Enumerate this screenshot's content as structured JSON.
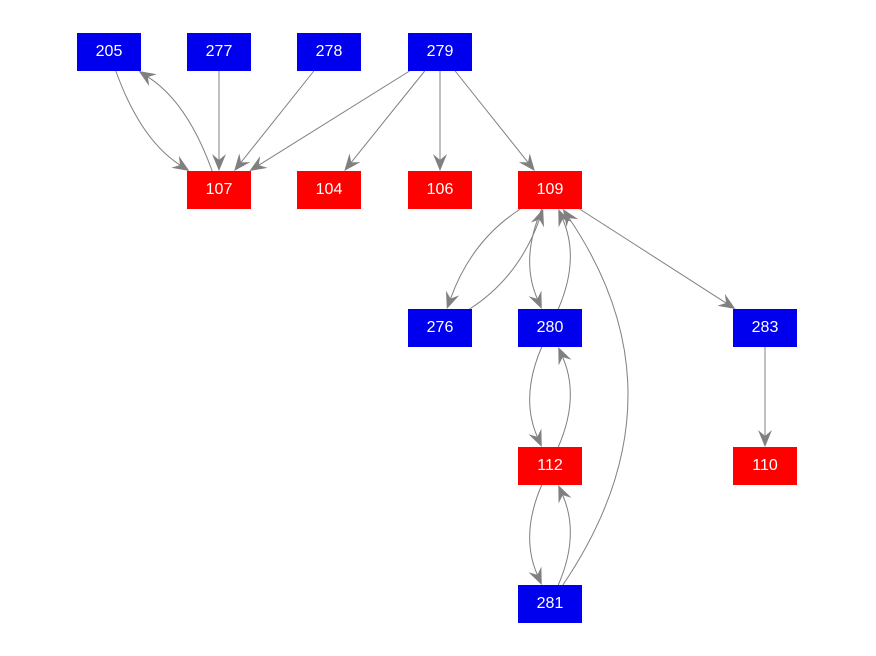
{
  "colors": {
    "source": "#0000ee",
    "target": "#ff0000",
    "edge": "#808080"
  },
  "nodes": [
    {
      "id": "205",
      "kind": "source"
    },
    {
      "id": "277",
      "kind": "source"
    },
    {
      "id": "278",
      "kind": "source"
    },
    {
      "id": "279",
      "kind": "source"
    },
    {
      "id": "107",
      "kind": "target"
    },
    {
      "id": "104",
      "kind": "target"
    },
    {
      "id": "106",
      "kind": "target"
    },
    {
      "id": "109",
      "kind": "target"
    },
    {
      "id": "276",
      "kind": "source"
    },
    {
      "id": "280",
      "kind": "source"
    },
    {
      "id": "283",
      "kind": "source"
    },
    {
      "id": "112",
      "kind": "target"
    },
    {
      "id": "110",
      "kind": "target"
    },
    {
      "id": "281",
      "kind": "source"
    }
  ],
  "edges": [
    {
      "from": "205",
      "to": "107"
    },
    {
      "from": "107",
      "to": "205"
    },
    {
      "from": "277",
      "to": "107"
    },
    {
      "from": "278",
      "to": "107"
    },
    {
      "from": "279",
      "to": "107"
    },
    {
      "from": "279",
      "to": "104"
    },
    {
      "from": "279",
      "to": "106"
    },
    {
      "from": "279",
      "to": "109"
    },
    {
      "from": "109",
      "to": "276"
    },
    {
      "from": "276",
      "to": "109"
    },
    {
      "from": "109",
      "to": "280"
    },
    {
      "from": "280",
      "to": "109"
    },
    {
      "from": "109",
      "to": "283"
    },
    {
      "from": "283",
      "to": "110"
    },
    {
      "from": "280",
      "to": "112"
    },
    {
      "from": "112",
      "to": "280"
    },
    {
      "from": "112",
      "to": "281"
    },
    {
      "from": "281",
      "to": "112"
    },
    {
      "from": "281",
      "to": "109"
    }
  ]
}
